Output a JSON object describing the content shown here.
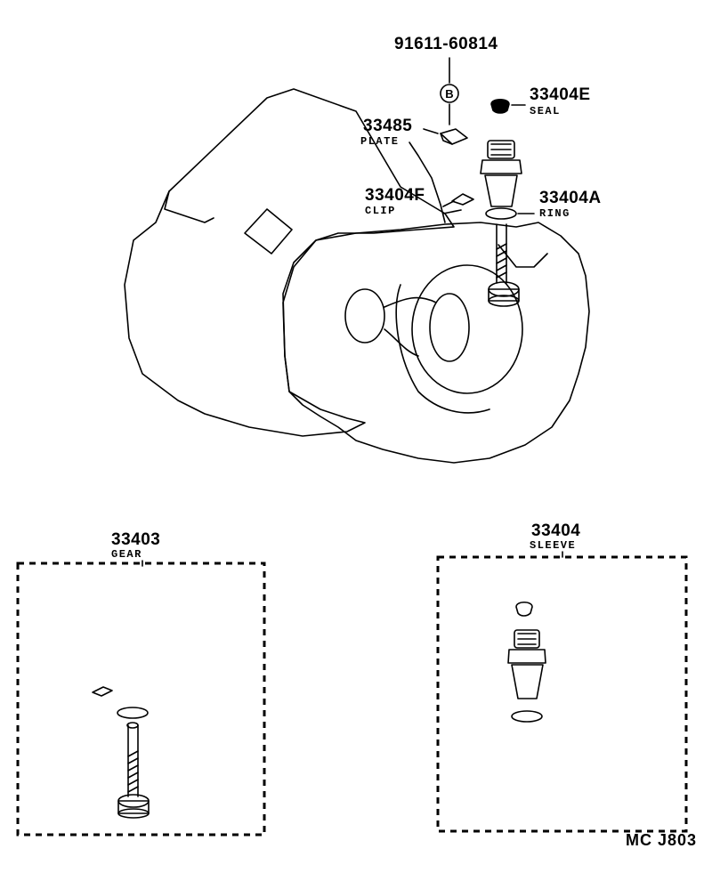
{
  "callouts": {
    "bolt": {
      "part_no": "91611-60814",
      "symbol": "B"
    },
    "plate": {
      "part_no": "33485",
      "name": "PLATE"
    },
    "seal": {
      "part_no": "33404E",
      "name": "SEAL"
    },
    "clip": {
      "part_no": "33404F",
      "name": "CLIP"
    },
    "ring": {
      "part_no": "33404A",
      "name": "RING"
    }
  },
  "kits": {
    "gear": {
      "part_no": "33403",
      "name": "GEAR"
    },
    "sleeve": {
      "part_no": "33404",
      "name": "SLEEVE"
    }
  },
  "footer": {
    "code": "MC J803"
  }
}
